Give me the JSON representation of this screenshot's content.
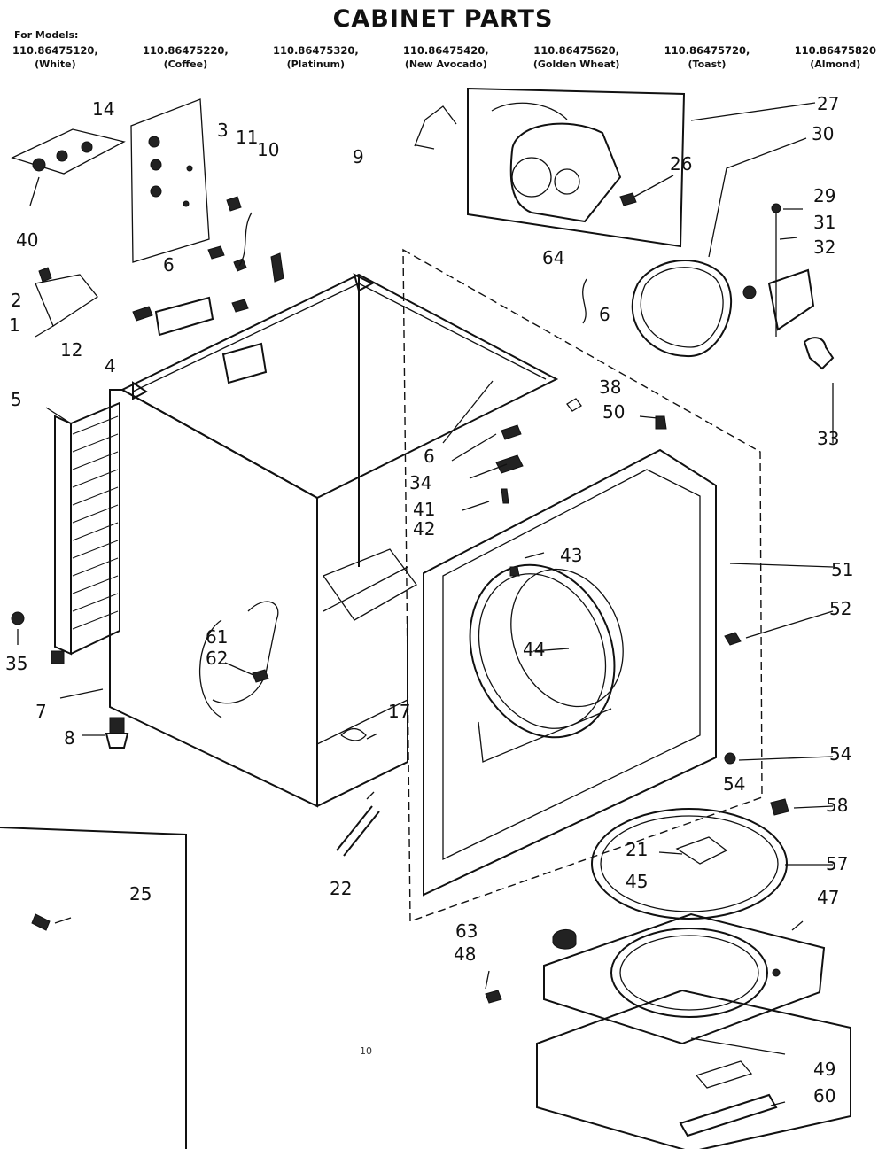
{
  "title": "CABINET PARTS",
  "models_label": "For Models:",
  "models": [
    {
      "number": "110.86475120,",
      "color": "(White)"
    },
    {
      "number": "110.86475220,",
      "color": "(Coffee)"
    },
    {
      "number": "110.86475320,",
      "color": "(Platinum)"
    },
    {
      "number": "110.86475420,",
      "color": "(New Avocado)"
    },
    {
      "number": "110.86475620,",
      "color": "(Golden Wheat)"
    },
    {
      "number": "110.86475720,",
      "color": "(Toast)"
    },
    {
      "number": "110.86475820",
      "color": "(Almond)"
    }
  ],
  "callouts": {
    "c1": "1",
    "c2": "2",
    "c3": "3",
    "c4": "4",
    "c5": "5",
    "c6a": "6",
    "c6b": "6",
    "c6c": "6",
    "c7": "7",
    "c8": "8",
    "c9": "9",
    "c10": "10",
    "c11": "11",
    "c12": "12",
    "c14": "14",
    "c17": "17",
    "c21": "21",
    "c22": "22",
    "c25": "25",
    "c26": "26",
    "c27": "27",
    "c29": "29",
    "c30": "30",
    "c31": "31",
    "c32": "32",
    "c33": "33",
    "c34": "34",
    "c35": "35",
    "c38": "38",
    "c40": "40",
    "c41": "41",
    "c42": "42",
    "c43": "43",
    "c44": "44",
    "c45": "45",
    "c47": "47",
    "c48": "48",
    "c49": "49",
    "c50": "50",
    "c51": "51",
    "c52": "52",
    "c54a": "54",
    "c54b": "54",
    "c57": "57",
    "c58": "58",
    "c60": "60",
    "c61": "61",
    "c62": "62",
    "c63": "63",
    "c64": "64"
  },
  "page_number": "10"
}
